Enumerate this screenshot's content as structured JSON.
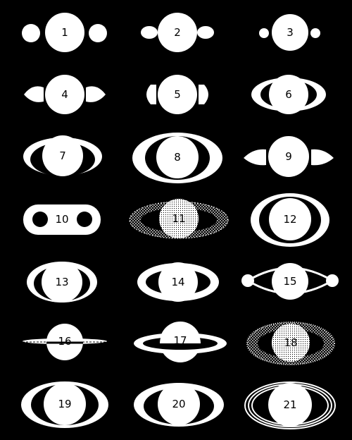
{
  "colors": {
    "background": "#000000",
    "figure": "#ffffff",
    "text": "#000000"
  },
  "figures": [
    {
      "label": "1",
      "style": "side-blobs"
    },
    {
      "label": "2",
      "style": "attached-lobes"
    },
    {
      "label": "3",
      "style": "small-moons"
    },
    {
      "label": "4",
      "style": "crescent-arms"
    },
    {
      "label": "5",
      "style": "bracket-arms"
    },
    {
      "label": "6",
      "style": "lens-arms"
    },
    {
      "label": "7",
      "style": "crescent-ring"
    },
    {
      "label": "8",
      "style": "wide-ring"
    },
    {
      "label": "9",
      "style": "pointed-arms"
    },
    {
      "label": "10",
      "style": "holed-oval"
    },
    {
      "label": "11",
      "style": "stippled-ring"
    },
    {
      "label": "12",
      "style": "tall-ring"
    },
    {
      "label": "13",
      "style": "crescent-ring"
    },
    {
      "label": "14",
      "style": "band-ring"
    },
    {
      "label": "15",
      "style": "wire-ring"
    },
    {
      "label": "16",
      "style": "flat-ring"
    },
    {
      "label": "17",
      "style": "thin-ring"
    },
    {
      "label": "18",
      "style": "dotted-ellipse"
    },
    {
      "label": "19",
      "style": "tall-ring"
    },
    {
      "label": "20",
      "style": "crescent-ring"
    },
    {
      "label": "21",
      "style": "lined-ring"
    }
  ]
}
